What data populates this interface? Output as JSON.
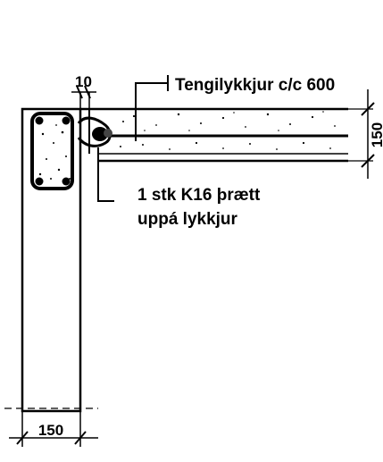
{
  "labels": {
    "top_tie_callout": "Tengilykkjur c/c 600",
    "rebar_callout_line1": "1 stk K16 þrætt",
    "rebar_callout_line2": "uppá lykkjur"
  },
  "dimensions": {
    "joint_gap": "10",
    "slab_thickness": "150",
    "wall_thickness": "150"
  },
  "colors": {
    "ink": "#000000",
    "background": "#ffffff"
  }
}
